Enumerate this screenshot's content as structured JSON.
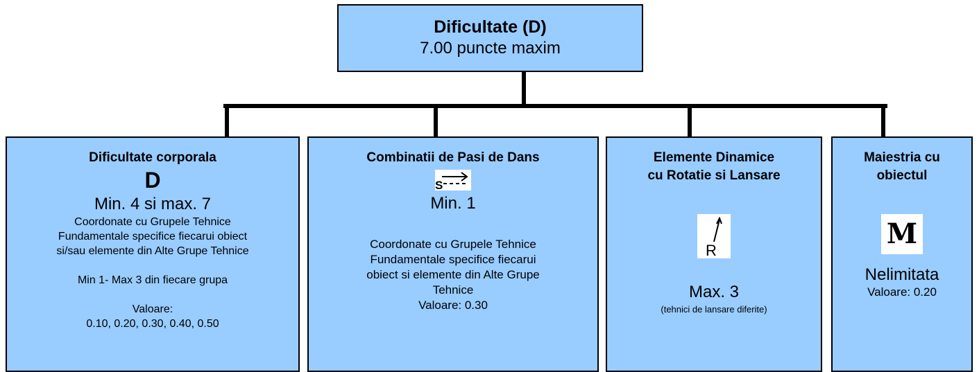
{
  "root": {
    "title": "Dificultate (D)",
    "subtitle": "7.00 puncte maxim"
  },
  "colors": {
    "box_fill": "#99ccff",
    "border": "#000000"
  },
  "boxes": [
    {
      "title": "Dificultate corporala",
      "symbol": "D",
      "range": "Min. 4 si max. 7",
      "description": "Coordonate cu Grupele Tehnice\nFundamentale specifice fiecarui obiect\nsi/sau elemente din Alte Grupe Tehnice",
      "note": "Min 1-  Max 3 din fiecare grupa",
      "value_label": "Valoare:",
      "values": "0.10, 0.20, 0.30, 0.40, 0.50"
    },
    {
      "title": "Combinatii de Pasi de Dans",
      "symbol": "S",
      "range": "Min. 1",
      "description": "Coordonate cu Grupele Tehnice\nFundamentale specifice fiecarui\nobiect si elemente din Alte Grupe\nTehnice",
      "value": "Valoare: 0.30"
    },
    {
      "title_line1": "Elemente Dinamice",
      "title_line2": "cu Rotatie si Lansare",
      "symbol": "R",
      "range": "Max. 3",
      "note": "(tehnici de lansare diferite)"
    },
    {
      "title_line1": "Maiestria cu",
      "title_line2": "obiectul",
      "symbol": "M",
      "range": "Nelimitata",
      "value": "Valoare: 0.20"
    }
  ]
}
